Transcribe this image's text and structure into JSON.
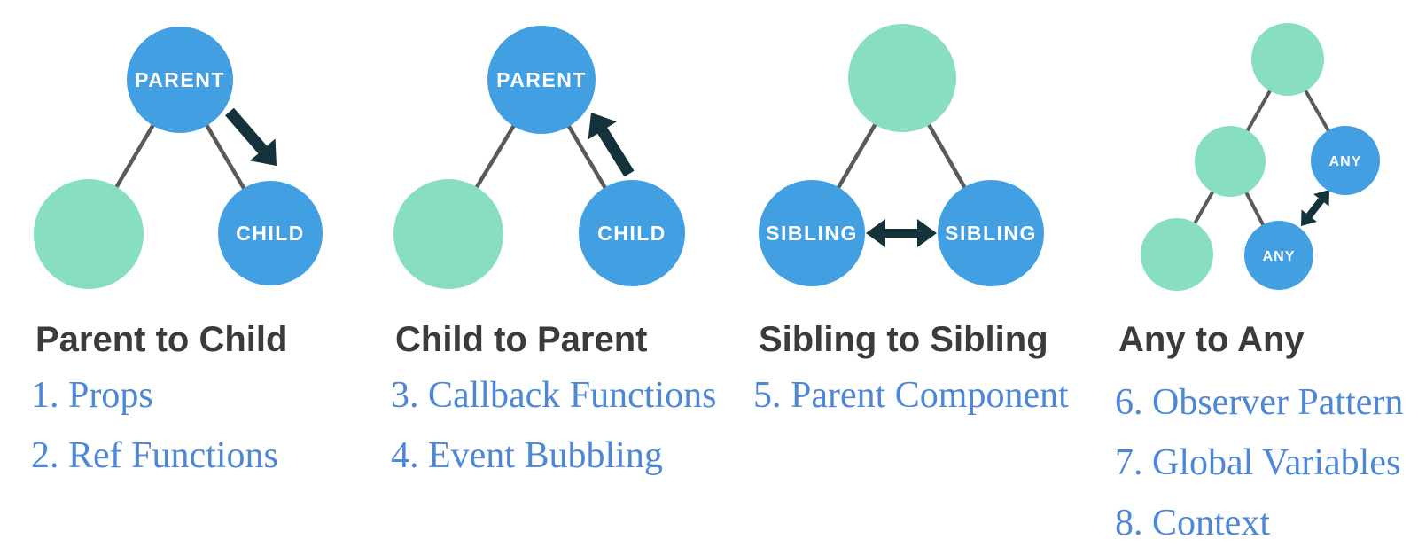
{
  "colors": {
    "node_blue": "#42a0e2",
    "node_green": "#87dec1",
    "arrow_dark": "#14323a",
    "connector_gray": "#5a5a5a",
    "heading_gray": "#3b3b3b",
    "link_blue": "#4d87d7",
    "background": "#ffffff"
  },
  "panels": [
    {
      "title": "Parent to Child",
      "nodes": {
        "top": "PARENT",
        "bottom_right": "CHILD"
      },
      "items": [
        "1. Props",
        "2. Ref Functions"
      ]
    },
    {
      "title": "Child to Parent",
      "nodes": {
        "top": "PARENT",
        "bottom_right": "CHILD"
      },
      "items": [
        "3. Callback Functions",
        "4. Event Bubbling"
      ]
    },
    {
      "title": "Sibling to Sibling",
      "nodes": {
        "bottom_left": "SIBLING",
        "bottom_right": "SIBLING"
      },
      "items": [
        "5. Parent Component"
      ]
    },
    {
      "title": "Any to Any",
      "nodes": {
        "mid_right": "ANY",
        "bottom_mid": "ANY"
      },
      "items": [
        "6. Observer Pattern",
        "7. Global Variables",
        "8. Context"
      ]
    }
  ]
}
